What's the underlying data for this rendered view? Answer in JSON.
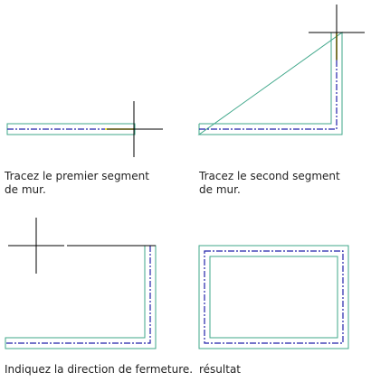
{
  "captions": {
    "step1": {
      "line1": "Tracez le premier segment",
      "line2": "de mur."
    },
    "step2": {
      "line1": "Tracez le second segment",
      "line2": "de mur."
    },
    "step3": {
      "line1": "Indiquez la direction de fermeture."
    },
    "step4": {
      "line1": "résultat"
    }
  },
  "colors": {
    "wall": "#3fa78a",
    "axis": "#2222aa",
    "cursor": "#000000",
    "highlight": "#f1e200"
  },
  "icons": [
    "crosshair-cursor-icon"
  ]
}
